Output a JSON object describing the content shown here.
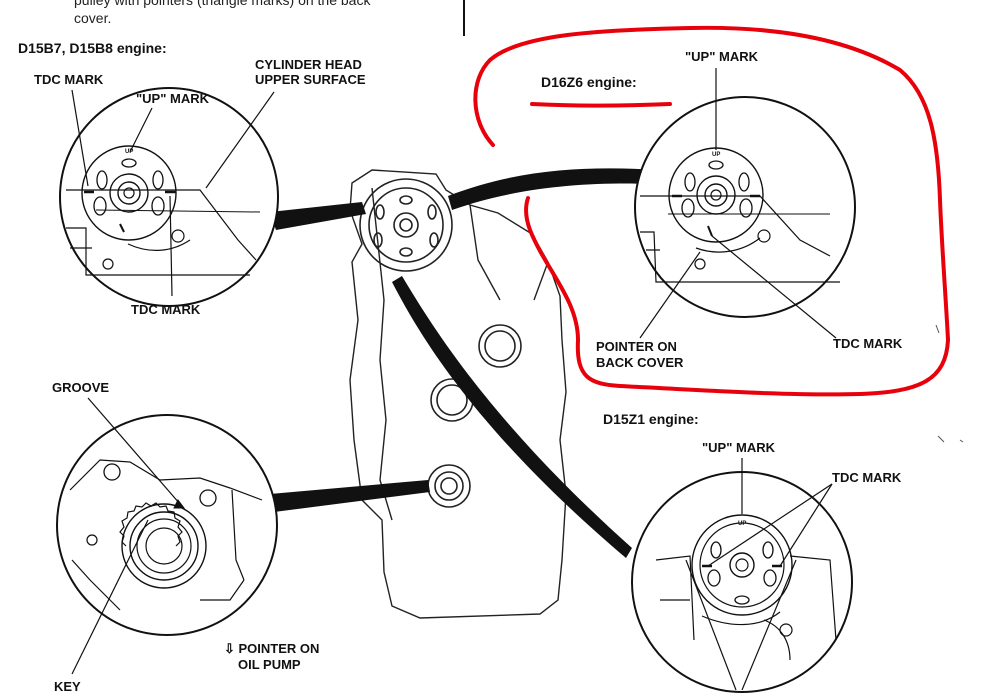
{
  "header_text": {
    "line1": "pulley with pointers (triangle marks) on the back",
    "line2": "cover."
  },
  "sections": {
    "d15b7": {
      "heading": "D15B7, D15B8 engine:",
      "tdc_mark_top": "TDC MARK",
      "up_mark": "\"UP\" MARK",
      "cylinder_head_line1": "CYLINDER HEAD",
      "cylinder_head_line2": "UPPER SURFACE",
      "tdc_mark_bottom": "TDC MARK"
    },
    "d16z6": {
      "heading": "D16Z6 engine:",
      "up_mark": "\"UP\" MARK",
      "pointer_line1": "POINTER ON",
      "pointer_line2": "BACK COVER",
      "tdc_mark": "TDC MARK"
    },
    "d15z1": {
      "heading": "D15Z1 engine:",
      "up_mark": "\"UP\" MARK",
      "tdc_mark": "TDC MARK"
    },
    "crank": {
      "groove": "GROOVE",
      "key": "KEY",
      "pointer_line1": "⇩ POINTER ON",
      "pointer_line2": "OIL PUMP"
    }
  },
  "pulley_mark": "UP",
  "highlight_color": "#e8000b"
}
